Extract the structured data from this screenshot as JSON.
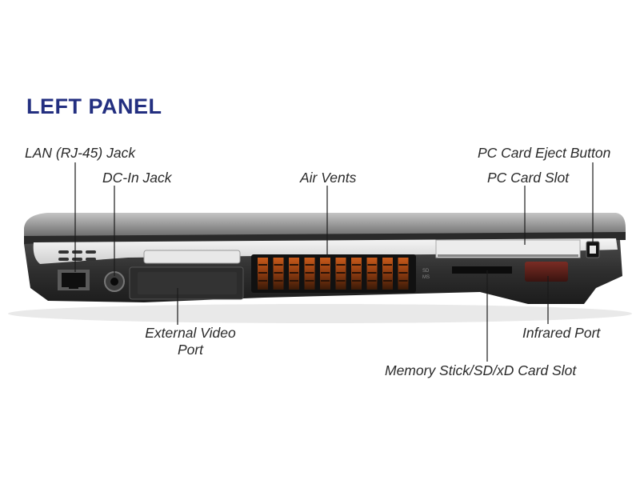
{
  "title": "LEFT PANEL",
  "title_color": "#232f80",
  "labels": {
    "lan": "LAN (RJ-45) Jack",
    "dc_in": "DC-In Jack",
    "air_vents": "Air Vents",
    "pc_card_eject": "PC Card Eject Button",
    "pc_card_slot": "PC Card Slot",
    "external_video_line1": "External Video",
    "external_video_line2": "Port",
    "infrared": "Infrared Port",
    "memory_card": "Memory Stick/SD/xD Card Slot"
  },
  "icons": {
    "lan_jack": "ethernet-port-icon",
    "dc_jack": "power-jack-icon"
  }
}
